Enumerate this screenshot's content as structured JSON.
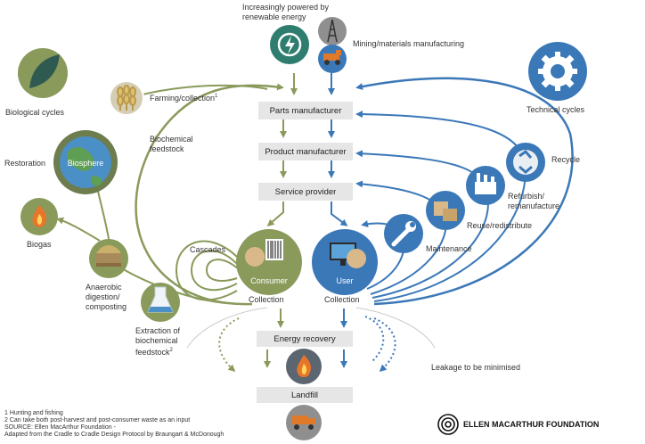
{
  "header": {
    "renewable_label": "Increasingly powered by\nrenewable energy",
    "mining_label": "Mining/materials manufacturing"
  },
  "pipeline": {
    "parts_manufacturer": "Parts manufacturer",
    "product_manufacturer": "Product manufacturer",
    "service_provider": "Service provider",
    "energy_recovery": "Energy recovery",
    "landfill": "Landfill"
  },
  "biological": {
    "title": "Biological cycles",
    "farming": "Farming/collection",
    "farming_note": "1",
    "biochemical_feedstock": "Biochemical\nfeedstock",
    "restoration": "Restoration",
    "biosphere": "Biosphere",
    "biogas": "Biogas",
    "cascades": "Cascades",
    "anaerobic": "Anaerobic\ndigestion/\ncomposting",
    "extraction": "Extraction of\nbiochemical\nfeedstock",
    "extraction_note": "2",
    "consumer": "Consumer",
    "collection": "Collection"
  },
  "technical": {
    "title": "Technical cycles",
    "recycle": "Recycle",
    "refurbish": "Refurbish/\nremanufacture",
    "reuse": "Reuse/redistribute",
    "maintenance": "Maintenance",
    "user": "User",
    "collection": "Collection"
  },
  "leakage": "Leakage to be minimised",
  "footnotes": {
    "note1": "1  Hunting and fishing",
    "note2": "2  Can take both post-harvest and post-consumer waste as an input",
    "source1": "SOURCE: Ellen MacArthur Foundation -",
    "source2": "Adapted from the Cradle to Cradle Design Protocol by Braungart & McDonough"
  },
  "logo": {
    "name": "ELLEN MACARTHUR FOUNDATION"
  },
  "colors": {
    "green": "#8a9a5b",
    "blue": "#3b78b8",
    "teal": "#2e7d6e",
    "dark_teal": "#1f5f57",
    "tan": "#d6cdb5"
  },
  "icons": [
    "leaf-icon",
    "biosphere-globe-icon",
    "flame-icon",
    "wheat-icon",
    "compost-icon",
    "flask-icon",
    "gear-icon",
    "recycle-icon",
    "factory-icon",
    "boxes-icon",
    "wrench-icon",
    "renewable-energy-icon",
    "oil-rig-icon",
    "mining-truck-icon",
    "consumer-barcode-icon",
    "user-computer-icon",
    "landfill-truck-icon"
  ]
}
